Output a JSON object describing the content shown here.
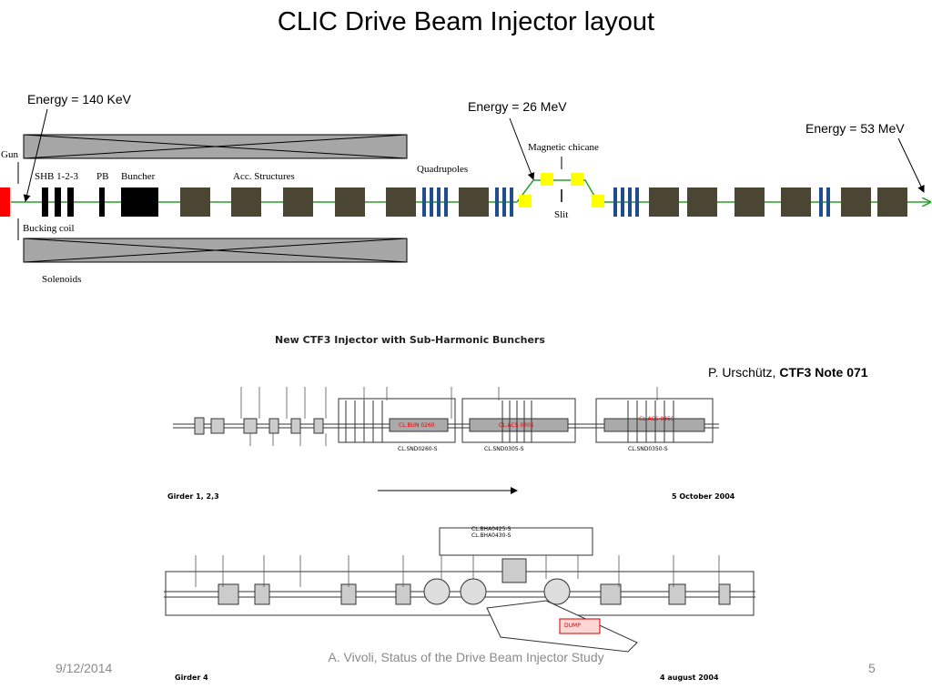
{
  "title": "CLIC Drive Beam Injector layout",
  "diagram": {
    "energy_labels": [
      "Energy = 140 KeV",
      "Energy = 26 MeV",
      "Energy = 53 MeV"
    ],
    "gun": "Gun",
    "shb": "SHB 1-2-3",
    "pb": "PB",
    "buncher": "Buncher",
    "acc": "Acc. Structures",
    "quadrupoles": "Quadrupoles",
    "chicane": "Magnetic chicane",
    "slit": "Slit",
    "bucking_coil": "Bucking coil",
    "solenoids": "Solenoids",
    "colors": {
      "gun": "#ff0000",
      "accel": "#4b4634",
      "quad": "#1f4e8c",
      "magnet": "#ffff00",
      "beamline": "#2aa12a",
      "solenoid_fill": "#a6a6a6"
    }
  },
  "drawing": {
    "heading": "New CTF3 Injector with Sub-Harmonic Bunchers",
    "girder_top": "Girder 1, 2,3",
    "date_top": "5 October 2004",
    "girder_bottom": "Girder 4",
    "date_bottom": "4 august 2004",
    "dump": "DUMP",
    "bha_1": "CL.BHA0425-S",
    "bha_2": "CL.BHA0430-S",
    "snd_1": "CL.SND0260-S",
    "snd_2": "CL.SND0305-S",
    "snd_3": "CL.SND0350-S",
    "bun": "CL.BUN 0260",
    "acs_1": "CL.ACS 0305",
    "acs_2": "CL.ACS 0350"
  },
  "reference": {
    "author": "P. Urschütz,",
    "note": "CTF3 Note 071"
  },
  "footer": {
    "date": "9/12/2014",
    "center": "A. Vivoli, Status of the Drive Beam Injector Study",
    "page": "5"
  }
}
